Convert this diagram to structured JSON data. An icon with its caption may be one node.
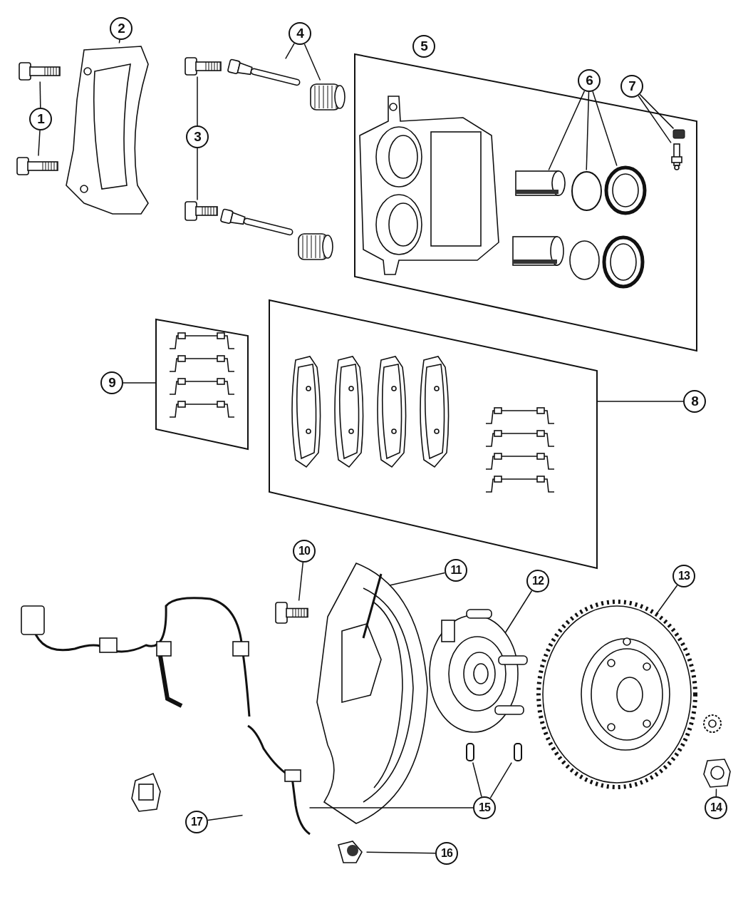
{
  "diagram": {
    "nodes": [
      {
        "text": [
          "1"
        ]
      },
      {
        "text": [],
        "shape": "picture"
      },
      {
        "text": [],
        "shape": "picture"
      },
      {
        "text": [
          "2"
        ]
      },
      {
        "text": [],
        "shape": "picture"
      },
      {
        "text": [
          "3"
        ]
      },
      {
        "text": [],
        "shape": "picture"
      },
      {
        "text": [],
        "shape": "picture"
      },
      {
        "text": [
          "4"
        ]
      },
      {
        "text": [],
        "shape": "picture"
      },
      {
        "text": [],
        "shape": "picture"
      },
      {
        "text": [],
        "shape": "box"
      },
      {
        "text": [
          "5"
        ]
      },
      {
        "text": [
          "6"
        ]
      },
      {
        "text": [],
        "shape": "picture",
        "in": 11
      },
      {
        "text": [],
        "shape": "circle",
        "in": 11
      },
      {
        "text": [],
        "shape": "picture",
        "in": 11
      },
      {
        "text": [
          "7"
        ]
      },
      {
        "text": [],
        "shape": "box",
        "in": 11
      },
      {
        "text": [],
        "shape": "picture",
        "in": 11
      },
      {
        "text": [],
        "shape": "box"
      },
      {
        "text": [
          "9"
        ]
      },
      {
        "text": [],
        "shape": "box"
      },
      {
        "text": [
          "8"
        ]
      },
      {
        "text": [
          "10"
        ]
      },
      {
        "text": [],
        "shape": "picture"
      },
      {
        "text": [
          "11"
        ]
      },
      {
        "text": [],
        "shape": "picture"
      },
      {
        "text": [
          "12"
        ]
      },
      {
        "text": [],
        "shape": "picture"
      },
      {
        "text": [
          "13"
        ]
      },
      {
        "text": [],
        "shape": "picture"
      },
      {
        "text": [
          "14"
        ]
      },
      {
        "text": [],
        "shape": "picture"
      },
      {
        "text": [
          "15"
        ]
      },
      {
        "text": [],
        "shape": "bar"
      },
      {
        "text": [],
        "shape": "bar"
      },
      {
        "text": [],
        "shape": "picture"
      },
      {
        "text": [
          "16"
        ]
      },
      {
        "text": [],
        "shape": "picture"
      },
      {
        "text": [
          "17"
        ]
      }
    ],
    "edges": [
      {
        "from": 0,
        "to": 1,
        "arrow": "none"
      },
      {
        "from": 0,
        "to": 2,
        "arrow": "none"
      },
      {
        "from": 3,
        "to": 4,
        "arrow": "none"
      },
      {
        "from": 5,
        "to": 6,
        "arrow": "none"
      },
      {
        "from": 5,
        "to": 7,
        "arrow": "none"
      },
      {
        "from": 8,
        "to": 9,
        "arrow": "none"
      },
      {
        "from": 8,
        "to": 10,
        "arrow": "none"
      },
      {
        "from": 12,
        "to": 11,
        "arrow": "none"
      },
      {
        "from": 13,
        "to": 14,
        "arrow": "none"
      },
      {
        "from": 13,
        "to": 15,
        "arrow": "none"
      },
      {
        "from": 13,
        "to": 16,
        "arrow": "none"
      },
      {
        "from": 17,
        "to": 18,
        "arrow": "none"
      },
      {
        "from": 17,
        "to": 19,
        "arrow": "none"
      },
      {
        "from": 21,
        "to": 20,
        "arrow": "none"
      },
      {
        "from": 23,
        "to": 22,
        "arrow": "none"
      },
      {
        "from": 24,
        "to": 25,
        "arrow": "none"
      },
      {
        "from": 26,
        "to": 27,
        "arrow": "none"
      },
      {
        "from": 28,
        "to": 29,
        "arrow": "none"
      },
      {
        "from": 30,
        "to": 31,
        "arrow": "none"
      },
      {
        "from": 32,
        "to": 33,
        "arrow": "none"
      },
      {
        "from": 34,
        "to": 35,
        "arrow": "none"
      },
      {
        "from": 34,
        "to": 36,
        "arrow": "none"
      },
      {
        "from": 34,
        "to": 37,
        "arrow": "none"
      },
      {
        "from": 38,
        "to": 39,
        "arrow": "none"
      },
      {
        "from": 40,
        "to": 37,
        "arrow": "none"
      }
    ]
  }
}
